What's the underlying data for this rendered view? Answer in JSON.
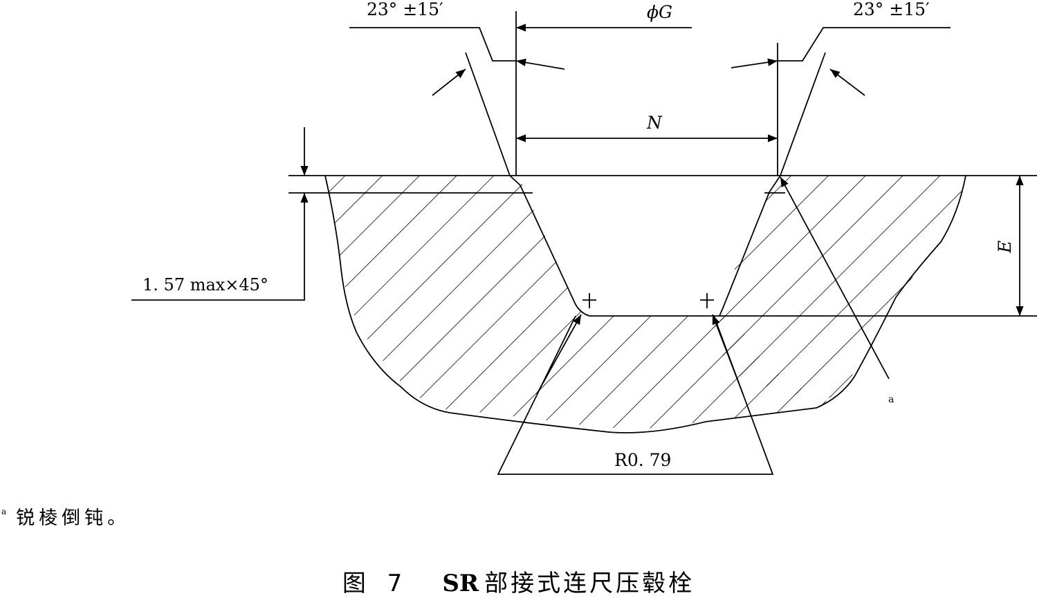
{
  "drawing": {
    "labels": {
      "angle_left": "23° ±15′",
      "angle_right": "23° ±15′",
      "diameter_g": "ϕG",
      "width_n": "N",
      "depth_e": "E",
      "chamfer": "1. 57  max×45°",
      "radius": "R0. 79",
      "note_mark": "a"
    }
  },
  "footnote": {
    "mark": "a",
    "text": "锐棱倒钝。"
  },
  "caption": {
    "figure_label": "图 7",
    "code": "SR",
    "title": "部接式连尺压毂栓"
  }
}
